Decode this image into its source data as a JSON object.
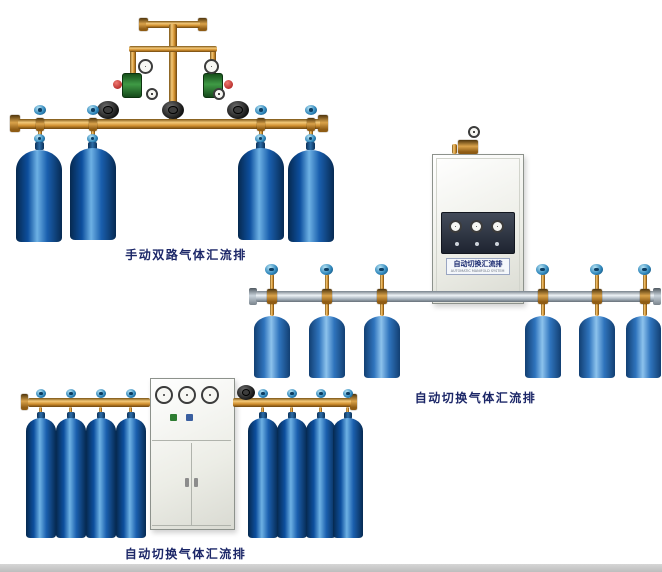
{
  "page": {
    "background": "#ffffff",
    "bottom_bar_color": "#c6c6c6"
  },
  "figures": {
    "manual": {
      "caption": "手动双路气体汇流排"
    },
    "auto_right": {
      "caption": "自动切换气体汇流排",
      "cabinet_label": "自动切换汇流排",
      "cabinet_sublabel": "AUTOMATIC MANIFOLD SYSTEM"
    },
    "auto_bottom": {
      "caption": "自动切换气体汇流排"
    }
  },
  "colors": {
    "caption_text": "#1c2768",
    "cylinder_dark_blue": "#0d4f9e",
    "cylinder_light_blue": "#2f74bd",
    "brass_pipe": "#cf8d2c",
    "silver_pipe": "#a9b4be",
    "valve_wheel_blue": "#2e86bb",
    "handwheel_black": "#141414",
    "regulator_green": "#3f9a45",
    "knob_red": "#a31313",
    "cabinet_white": "#ecede6"
  }
}
